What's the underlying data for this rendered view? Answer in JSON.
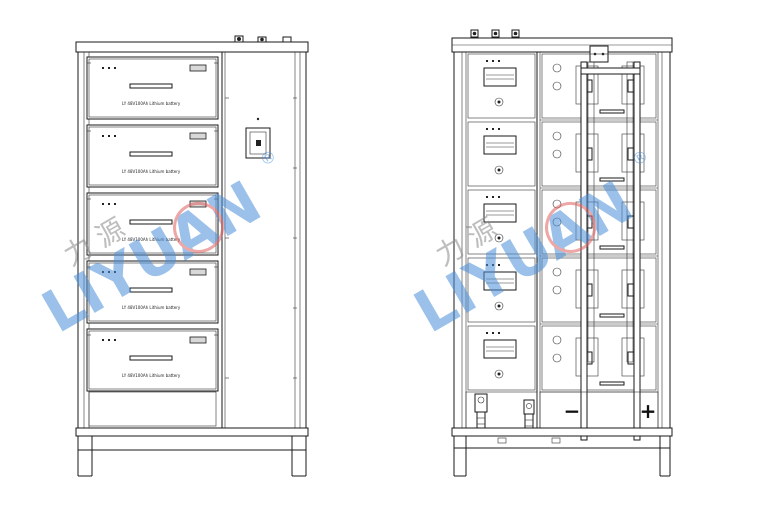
{
  "front_view": {
    "modules": [
      {
        "label": "LY 48V100Ah Lithium battery"
      },
      {
        "label": "LY 48V100Ah Lithium battery"
      },
      {
        "label": "LY 48V100Ah Lithium battery"
      },
      {
        "label": "LY 48V100Ah Lithium battery"
      },
      {
        "label": "LY 48V100Ah Lithium battery"
      }
    ]
  },
  "rear_view": {
    "negative_sign": "−",
    "positive_sign": "+"
  },
  "watermark": {
    "brand": "LIYUAN",
    "chinese": "力 源",
    "registered": "®",
    "color": "#4a90d9",
    "logo_color": "#e06060"
  }
}
